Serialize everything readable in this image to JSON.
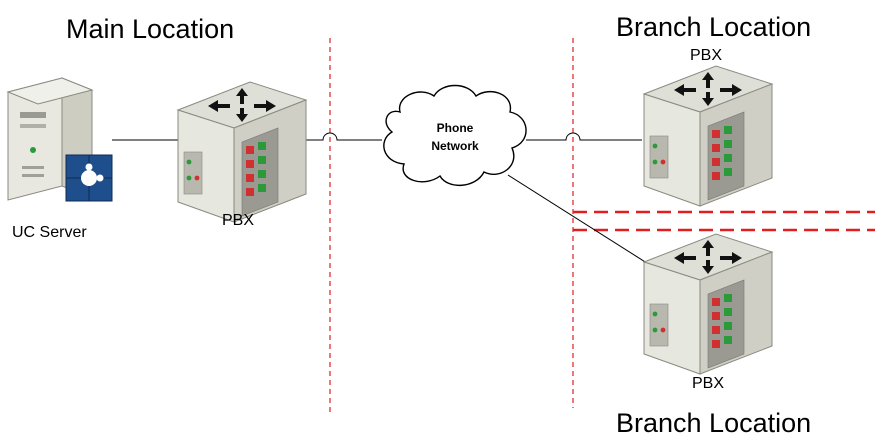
{
  "titles": {
    "main_location": "Main Location",
    "branch_location_top": "Branch Location",
    "branch_location_bottom": "Branch Location"
  },
  "nodes": {
    "uc_server": "UC Server",
    "pbx_main": "PBX",
    "pbx_branch_top": "PBX",
    "pbx_branch_bottom": "PBX",
    "cloud_line1": "Phone",
    "cloud_line2": "Network"
  },
  "colors": {
    "separator": "#e02020",
    "puzzle": "#1f4e8c",
    "pbx_top": "#dcdcd2",
    "pbx_side": "#c8c8bc"
  }
}
